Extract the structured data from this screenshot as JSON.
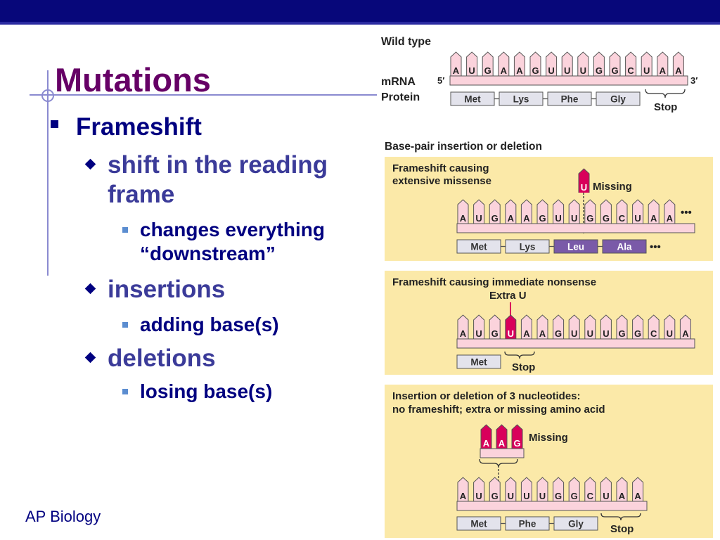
{
  "slide": {
    "title": "Mutations",
    "footer": "AP Biology",
    "bullets": {
      "l1": "Frameshift",
      "l2a": "shift in the reading",
      "l2a_cont": "frame",
      "l3a": "changes everything",
      "l3a_cont": "“downstream”",
      "l2b": "insertions",
      "l3b": "adding base(s)",
      "l2c": "deletions",
      "l3c": "losing base(s)"
    }
  },
  "figure": {
    "wild_type": {
      "heading": "Wild type",
      "row_mrna": "mRNA",
      "row_protein": "Protein",
      "five_prime": "5′",
      "three_prime": "3′",
      "bases": [
        "A",
        "U",
        "G",
        "A",
        "A",
        "G",
        "U",
        "U",
        "U",
        "G",
        "G",
        "C",
        "U",
        "A",
        "A"
      ],
      "aminos": [
        "Met",
        "Lys",
        "Phe",
        "Gly"
      ],
      "stop": "Stop"
    },
    "section_heading": "Base-pair insertion or deletion",
    "missense": {
      "heading_line1": "Frameshift causing",
      "heading_line2": "extensive missense",
      "missing_base": "U",
      "missing_label": "Missing",
      "bases": [
        "A",
        "U",
        "G",
        "A",
        "A",
        "G",
        "U",
        "U",
        "G",
        "G",
        "C",
        "U",
        "A",
        "A"
      ],
      "ellipsis": "•••",
      "aminos": [
        "Met",
        "Lys",
        "Leu",
        "Ala"
      ]
    },
    "nonsense": {
      "heading": "Frameshift causing immediate nonsense",
      "extra_label": "Extra U",
      "bases": [
        "A",
        "U",
        "G",
        "U",
        "A",
        "A",
        "G",
        "U",
        "U",
        "U",
        "G",
        "G",
        "C",
        "U",
        "A"
      ],
      "aminos": [
        "Met"
      ],
      "stop": "Stop"
    },
    "triplet": {
      "heading_line1": "Insertion or deletion of 3 nucleotides:",
      "heading_line2": "no frameshift; extra or missing amino acid",
      "missing_bases": [
        "A",
        "A",
        "G"
      ],
      "missing_label": "Missing",
      "bases": [
        "A",
        "U",
        "G",
        "U",
        "U",
        "U",
        "G",
        "G",
        "C",
        "U",
        "A",
        "A"
      ],
      "aminos": [
        "Met",
        "Phe",
        "Gly"
      ],
      "stop": "Stop"
    },
    "colors": {
      "panel_bg": "#fbe9a8",
      "base_fill": "#fbd3dc",
      "highlight": "#d9005b",
      "amino_fill": "#e3e3ec",
      "amino_changed": "#7a5aa8"
    }
  }
}
